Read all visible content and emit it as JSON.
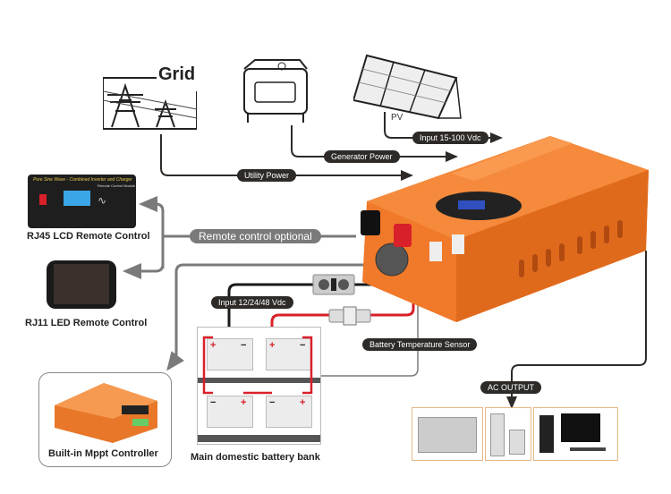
{
  "diagram": {
    "title": "Combined Inverter and Charger System Wiring",
    "sources": {
      "grid": {
        "label": "Grid",
        "connection_label": "Utility Power"
      },
      "generator": {
        "connection_label": "Generator Power"
      },
      "pv": {
        "label": "PV",
        "connection_label": "Input 15-100 Vdc"
      }
    },
    "remotes": {
      "rj45": {
        "label": "RJ45 LCD Remote Control",
        "panel_title": "Pure Sine Wave - Combined Inverter and Charger",
        "panel_subtitle": "Remote Control Module"
      },
      "rj11": {
        "label": "RJ11 LED Remote Control"
      },
      "connection_label": "Remote control optional"
    },
    "battery": {
      "input_label": "Input 12/24/48 Vdc",
      "sensor_label": "Battery Temperature Sensor",
      "bank_label": "Main domestic battery bank",
      "plus": "+",
      "minus": "−"
    },
    "controller": {
      "label": "Built-in Mppt Controller"
    },
    "output": {
      "label": "AC OUTPUT",
      "loads": [
        "switchgear-cabinet",
        "air-conditioner",
        "desktop-computer"
      ]
    },
    "colors": {
      "inverter_orange": "#f07a2a",
      "pill_dark": "#2e2a28",
      "pill_gray": "#7a7a7a",
      "wire_red": "#d8202a",
      "load_border": "#e6b98a"
    }
  }
}
